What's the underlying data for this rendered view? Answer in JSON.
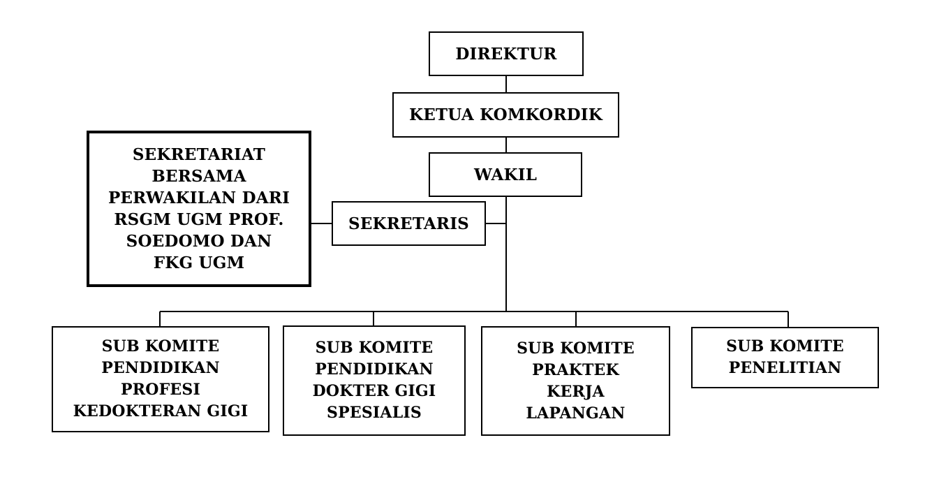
{
  "diagram": {
    "type": "organization-chart",
    "nodes": {
      "direktur": {
        "lines": [
          "DIREKTUR"
        ]
      },
      "ketua": {
        "lines": [
          "KETUA KOMKORDIK"
        ]
      },
      "wakil": {
        "lines": [
          "WAKIL"
        ]
      },
      "sekretaris": {
        "lines": [
          "SEKRETARIS"
        ]
      },
      "sekretariat": {
        "lines": [
          "SEKRETARIAT",
          "BERSAMA",
          "PERWAKILAN DARI",
          "RSGM UGM PROF.",
          "SOEDOMO DAN",
          "FKG UGM"
        ]
      },
      "sub1": {
        "lines": [
          "SUB KOMITE",
          "PENDIDIKAN",
          "PROFESI",
          "KEDOKTERAN GIGI"
        ]
      },
      "sub2": {
        "lines": [
          "SUB KOMITE",
          "PENDIDIKAN",
          "DOKTER GIGI",
          "SPESIALIS"
        ]
      },
      "sub3": {
        "lines": [
          "SUB KOMITE",
          "PRAKTEK",
          "KERJA",
          "LAPANGAN"
        ]
      },
      "sub4": {
        "lines": [
          "SUB KOMITE",
          "PENELITIAN"
        ]
      }
    },
    "edges": [
      [
        "direktur",
        "ketua"
      ],
      [
        "ketua",
        "wakil"
      ],
      [
        "wakil",
        "sekretaris"
      ],
      [
        "sekretaris",
        "sekretariat"
      ],
      [
        "wakil",
        "sub1"
      ],
      [
        "wakil",
        "sub2"
      ],
      [
        "wakil",
        "sub3"
      ],
      [
        "wakil",
        "sub4"
      ]
    ]
  }
}
